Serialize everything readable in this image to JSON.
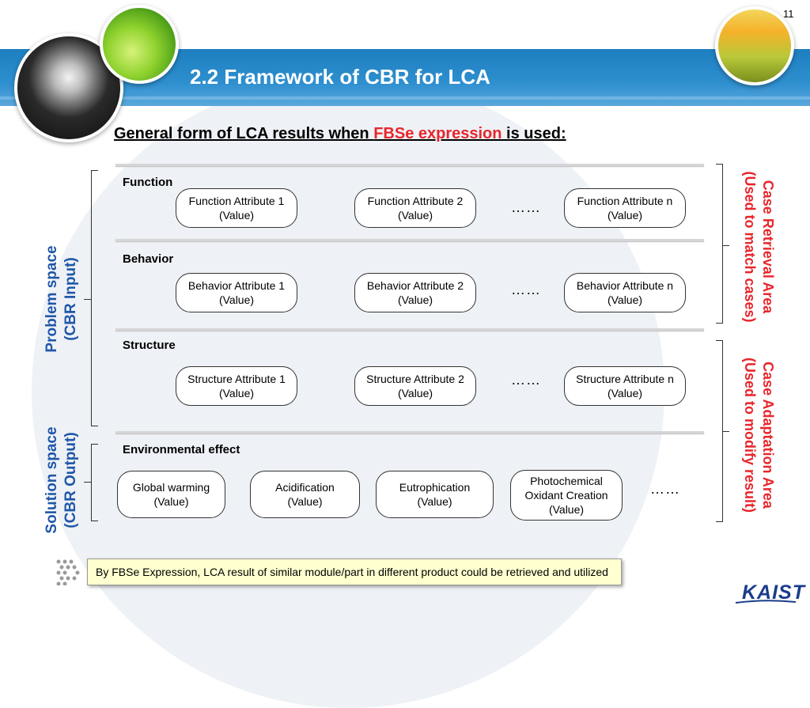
{
  "slide": {
    "page_number": "11",
    "title": "2.2 Framework of CBR for LCA",
    "subtitle_prefix": "General form of LCA results when ",
    "subtitle_highlight": "FBSe expression",
    "subtitle_suffix": " is used:",
    "highlight_color": "#e8262c",
    "label_blue_color": "#1f57a8"
  },
  "sections": {
    "function": {
      "label": "Function",
      "items": [
        {
          "name": "Function Attribute 1",
          "value": "(Value)"
        },
        {
          "name": "Function Attribute 2",
          "value": "(Value)"
        },
        {
          "name": "Function Attribute n",
          "value": "(Value)"
        }
      ]
    },
    "behavior": {
      "label": "Behavior",
      "items": [
        {
          "name": "Behavior Attribute 1",
          "value": "(Value)"
        },
        {
          "name": "Behavior Attribute 2",
          "value": "(Value)"
        },
        {
          "name": "Behavior Attribute n",
          "value": "(Value)"
        }
      ]
    },
    "structure": {
      "label": "Structure",
      "items": [
        {
          "name": "Structure Attribute 1",
          "value": "(Value)"
        },
        {
          "name": "Structure Attribute 2",
          "value": "(Value)"
        },
        {
          "name": "Structure Attribute n",
          "value": "(Value)"
        }
      ]
    },
    "environmental": {
      "label": "Environmental effect",
      "items": [
        {
          "name": "Global warming",
          "value": "(Value)"
        },
        {
          "name": "Acidification",
          "value": "(Value)"
        },
        {
          "name": "Eutrophication",
          "value": "(Value)"
        },
        {
          "name_line1": "Photochemical",
          "name_line2": "Oxidant Creation",
          "value": "(Value)"
        }
      ]
    },
    "ellipsis": "……"
  },
  "side_labels": {
    "problem_space": {
      "line1": "Problem space",
      "line2": "(CBR Input)"
    },
    "solution_space": {
      "line1": "Solution space",
      "line2": "(CBR Output)"
    },
    "retrieval_area": {
      "line1": "Case Retrieval Area",
      "line2": "(Used to match cases)"
    },
    "adaptation_area": {
      "line1": "Case Adaptation Area",
      "line2": "(Used to modify result)"
    }
  },
  "note": "By FBSe Expression, LCA result of similar module/part in different product could be retrieved and utilized",
  "logo": "KAIST"
}
